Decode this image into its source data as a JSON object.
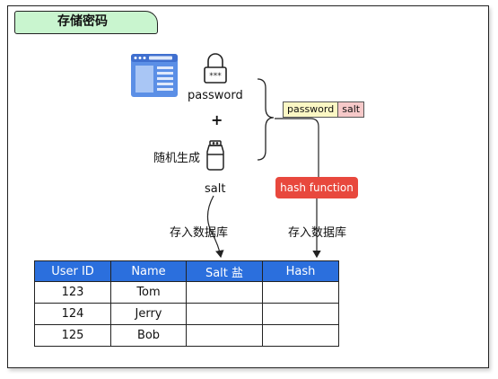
{
  "title": "存储密码",
  "left": {
    "password_label": "password",
    "plus": "+",
    "random_label": "随机生成",
    "salt_label": "salt",
    "store_label": "存入数据库"
  },
  "right": {
    "pill_password": "password",
    "pill_salt": "salt",
    "hash_function": "hash function",
    "store_label": "存入数据库"
  },
  "icons": {
    "webpage": "browser-window-icon",
    "lock": "padlock-icon",
    "jar": "salt-shaker-icon"
  },
  "colors": {
    "title_bg": "#c9f5cf",
    "table_header": "#2b6fdd",
    "hash_button": "#e8483d",
    "pill_password": "#fbf7c4",
    "pill_salt": "#f6c9c9"
  },
  "table": {
    "headers": [
      "User ID",
      "Name",
      "Salt 盐",
      "Hash"
    ],
    "rows": [
      [
        "123",
        "Tom",
        "",
        ""
      ],
      [
        "124",
        "Jerry",
        "",
        ""
      ],
      [
        "125",
        "Bob",
        "",
        ""
      ]
    ]
  }
}
